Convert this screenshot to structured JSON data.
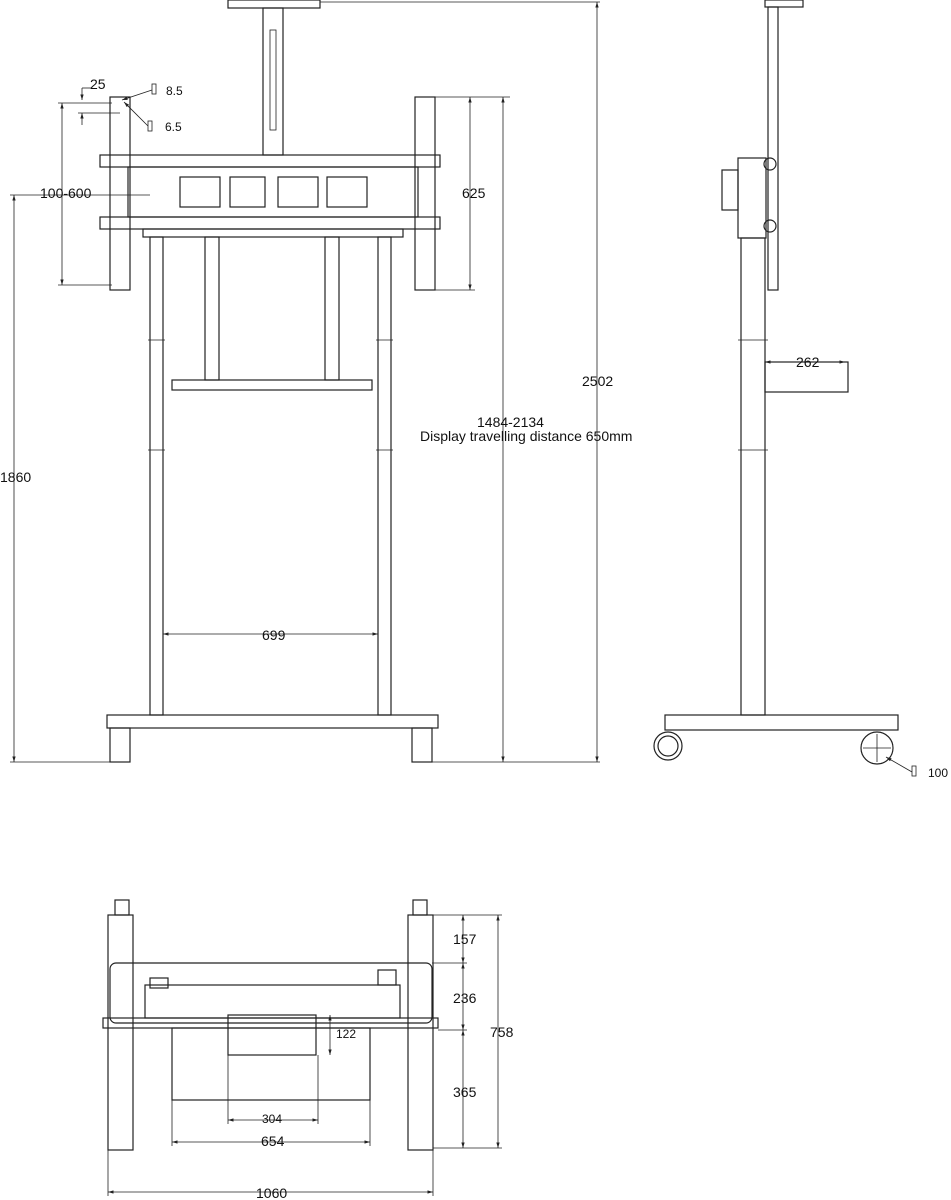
{
  "front_view": {
    "dims": {
      "hole_offset": "25",
      "hole_large": "8.5",
      "hole_small": "6.5",
      "vesa_width_range": "100-600",
      "vesa_height": "625",
      "total_height": "2502",
      "height_range": "1484-2134",
      "travel_note": "Display travelling distance 650mm",
      "column_height": "1860",
      "inner_width": "699"
    }
  },
  "side_view": {
    "dims": {
      "shelf_depth": "262",
      "wheel_diameter": "100"
    }
  },
  "bottom_view": {
    "dims": {
      "front_depth": "157",
      "mid_depth": "236",
      "box_depth": "122",
      "total_depth": "758",
      "rear_depth": "365",
      "box_width": "304",
      "inner_width": "654",
      "total_width": "1060"
    }
  }
}
